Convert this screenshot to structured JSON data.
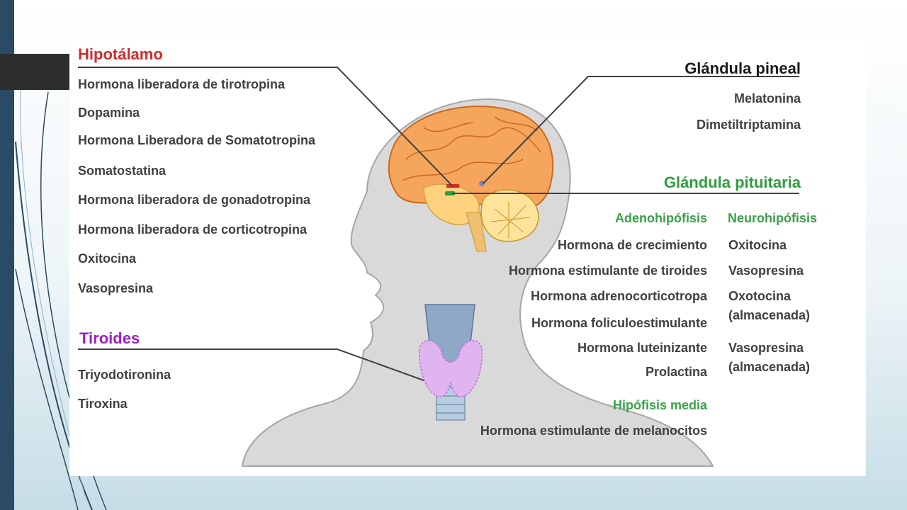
{
  "colors": {
    "hypothalamus_heading": "#d12b2b",
    "pineal_heading": "#1a1a1a",
    "pituitary_heading": "#2e9e3e",
    "thyroid_heading": "#9b1fc4",
    "subheading": "#3aa14a",
    "label_text": "#404040",
    "slide_stripe": "#2a4b63",
    "slide_bg_fade": "#c6dde6"
  },
  "hypothalamus": {
    "title": "Hipotálamo",
    "items": [
      "Hormona liberadora de tirotropina",
      "Dopamina",
      "Hormona Liberadora de Somatotropina",
      "Somatostatina",
      "Hormona liberadora de gonadotropina",
      "Hormona liberadora de corticotropina",
      "Oxitocina",
      "Vasopresina"
    ]
  },
  "thyroid": {
    "title": "Tiroides",
    "items": [
      "Triyodotironina",
      "Tiroxina"
    ]
  },
  "pineal": {
    "title": "Glándula pineal",
    "items": [
      "Melatonina",
      "Dimetiltriptamina"
    ]
  },
  "pituitary": {
    "title": "Glándula pituitaria",
    "adeno": {
      "title": "Adenohipófisis",
      "items": [
        "Hormona de crecimiento",
        "Hormona estimulante de tiroides",
        "Hormona adrenocorticotropa",
        "Hormona foliculoestimulante",
        "Hormona luteinizante",
        "Prolactina"
      ]
    },
    "neuro": {
      "title": "Neurohipófisis",
      "items": [
        "Oxitocina",
        "Vasopresina",
        "Oxotocina",
        "(almacenada)",
        "Vasopresina",
        "(almacenada)"
      ]
    },
    "media": {
      "title": "Hipófisis media",
      "items": [
        "Hormona estimulante de melanocitos"
      ]
    }
  }
}
